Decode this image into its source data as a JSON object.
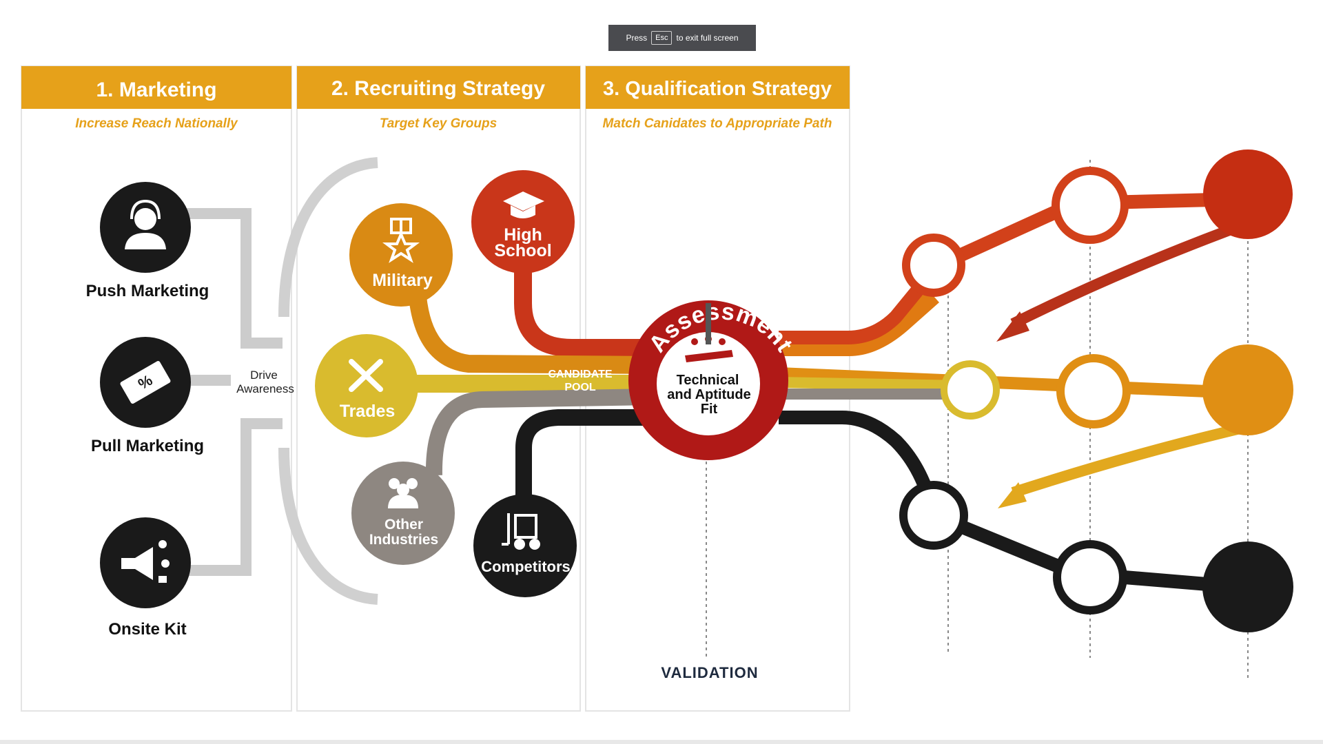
{
  "overlay": {
    "press": "Press",
    "key": "Esc",
    "rest": "to exit full screen"
  },
  "columns": [
    {
      "title": "1. Marketing",
      "subtitle": "Increase Reach Nationally"
    },
    {
      "title": "2. Recruiting Strategy",
      "subtitle": "Target Key Groups"
    },
    {
      "title": "3. Qualification Strategy",
      "subtitle": "Match Canidates to Appropriate Path"
    }
  ],
  "marketing": {
    "push": "Push Marketing",
    "pull": "Pull Marketing",
    "onsite": "Onsite Kit",
    "drive_line1": "Drive",
    "drive_line2": "Awareness"
  },
  "groups": {
    "military": "Military",
    "highschool_line1": "High",
    "highschool_line2": "School",
    "trades": "Trades",
    "other_line1": "Other",
    "other_line2": "Industries",
    "competitors": "Competitors"
  },
  "pool": {
    "line1": "CANDIDATE",
    "line2": "POOL"
  },
  "assessment": {
    "arc": "Assessment",
    "line1": "Technical",
    "line2": "and Aptitude",
    "line3": "Fit"
  },
  "validation": "VALIDATION",
  "colors": {
    "header": "#e6a11a",
    "subtitle": "#e6a11a",
    "dark": "#1a1a1a",
    "military": "#d98a14",
    "highschool": "#c9361a",
    "trades": "#d9bb2e",
    "other": "#8e8781",
    "assessment": "#b01917",
    "red_path": "#d2411a",
    "orange_path": "#e07a12",
    "yellow_path": "#dfa51f",
    "gray_line": "#cccccc"
  }
}
